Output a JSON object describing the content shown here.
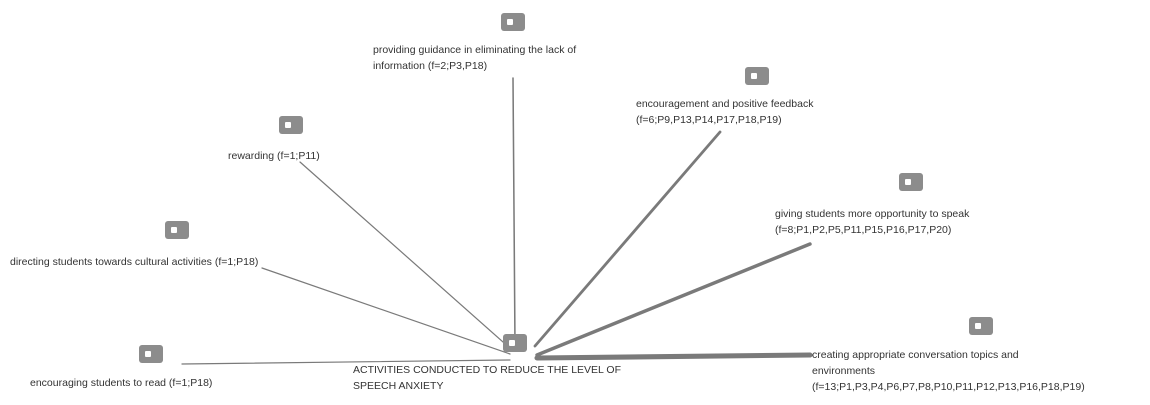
{
  "center": {
    "label": [
      "ACTIVITIES CONDUCTED TO REDUCE THE LEVEL OF",
      "SPEECH ANXIETY"
    ]
  },
  "codes": [
    {
      "id": "guidance",
      "lines": [
        "providing guidance in eliminating the lack of",
        "information  (f=2;P3,P18)"
      ],
      "weight": 2
    },
    {
      "id": "encouragement",
      "lines": [
        "encouragement and positive feedback",
        "(f=6;P9,P13,P14,P17,P18,P19)"
      ],
      "weight": 6
    },
    {
      "id": "rewarding",
      "lines": [
        "rewarding (f=1;P11)"
      ],
      "weight": 1
    },
    {
      "id": "opportunity",
      "lines": [
        "giving students more opportunity to speak",
        "(f=8;P1,P2,P5,P11,P15,P16,P17,P20)"
      ],
      "weight": 8
    },
    {
      "id": "cultural",
      "lines": [
        "directing students towards cultural activities (f=1;P18)"
      ],
      "weight": 1
    },
    {
      "id": "conversation",
      "lines": [
        "creating appropriate conversation topics and",
        "environments",
        "(f=13;P1,P3,P4,P6,P7,P8,P10,P11,P12,P13,P16,P18,P19)"
      ],
      "weight": 13
    },
    {
      "id": "reading",
      "lines": [
        "encouraging students to read (f=1;P18)"
      ],
      "weight": 1
    }
  ],
  "colors": {
    "tag": "#8c8c8c",
    "tag_hole": "#ffffff",
    "line": "#7a7a7a",
    "text": "#333333"
  },
  "icon": "code-tag-icon"
}
